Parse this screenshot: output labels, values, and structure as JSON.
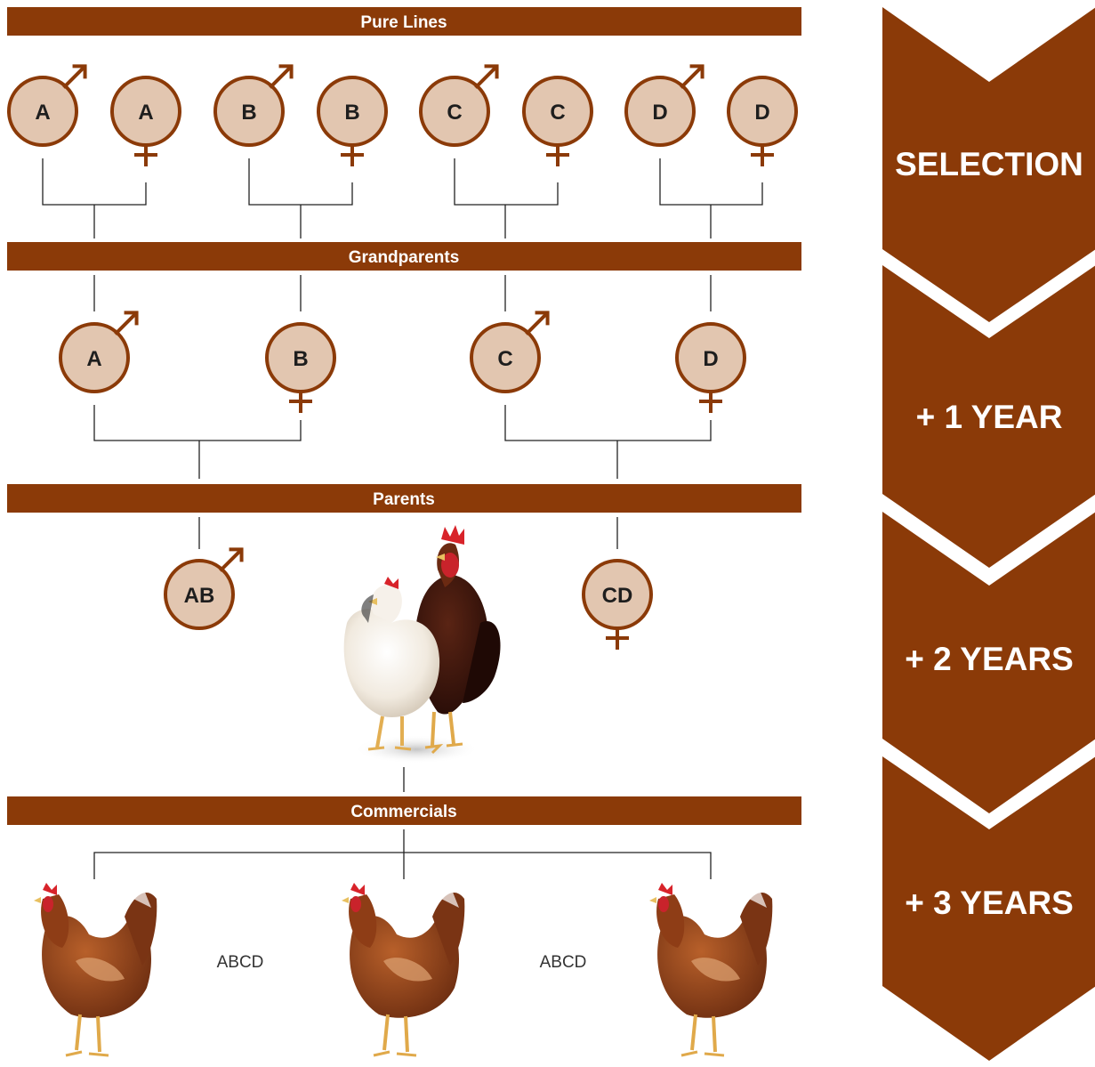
{
  "colors": {
    "brand": "#8B3A08",
    "circle_fill": "#E2C6B0",
    "line": "#222222"
  },
  "banners": {
    "pure_lines": "Pure Lines",
    "grandparents": "Grandparents",
    "parents": "Parents",
    "commercials": "Commercials"
  },
  "pure_lines": [
    {
      "label": "A",
      "sex": "male"
    },
    {
      "label": "A",
      "sex": "female"
    },
    {
      "label": "B",
      "sex": "male"
    },
    {
      "label": "B",
      "sex": "female"
    },
    {
      "label": "C",
      "sex": "male"
    },
    {
      "label": "C",
      "sex": "female"
    },
    {
      "label": "D",
      "sex": "male"
    },
    {
      "label": "D",
      "sex": "female"
    }
  ],
  "grandparents": [
    {
      "label": "A",
      "sex": "male"
    },
    {
      "label": "B",
      "sex": "female"
    },
    {
      "label": "C",
      "sex": "male"
    },
    {
      "label": "D",
      "sex": "female"
    }
  ],
  "parents": [
    {
      "label": "AB",
      "sex": "male"
    },
    {
      "label": "CD",
      "sex": "female"
    }
  ],
  "commercials": {
    "captions": [
      "ABCD",
      "ABCD"
    ]
  },
  "stages": [
    "SELECTION",
    "+ 1 YEAR",
    "+ 2 YEARS",
    "+ 3 YEARS"
  ],
  "images": {
    "parent_pair": "white hen and brown rooster photo",
    "commercial_hen": "brown laying hen photo"
  }
}
